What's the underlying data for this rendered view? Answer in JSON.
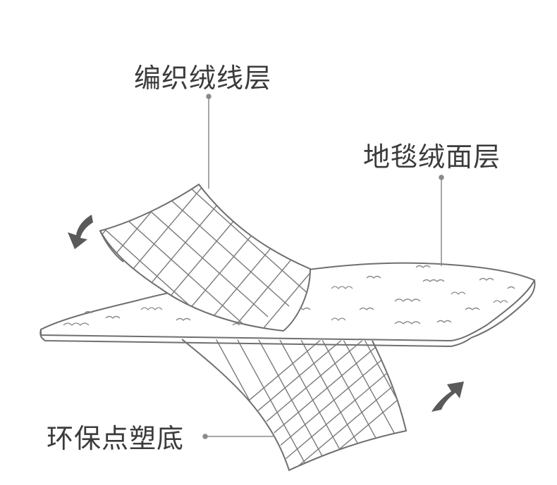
{
  "labels": {
    "knit_layer": "编织绒线层",
    "pile_layer": "地毯绒面层",
    "base_layer": "环保点塑底"
  },
  "colors": {
    "stroke": "#6f6f6f",
    "arrow": "#5a5a5a",
    "text": "#3b3b3b",
    "background": "#ffffff"
  }
}
